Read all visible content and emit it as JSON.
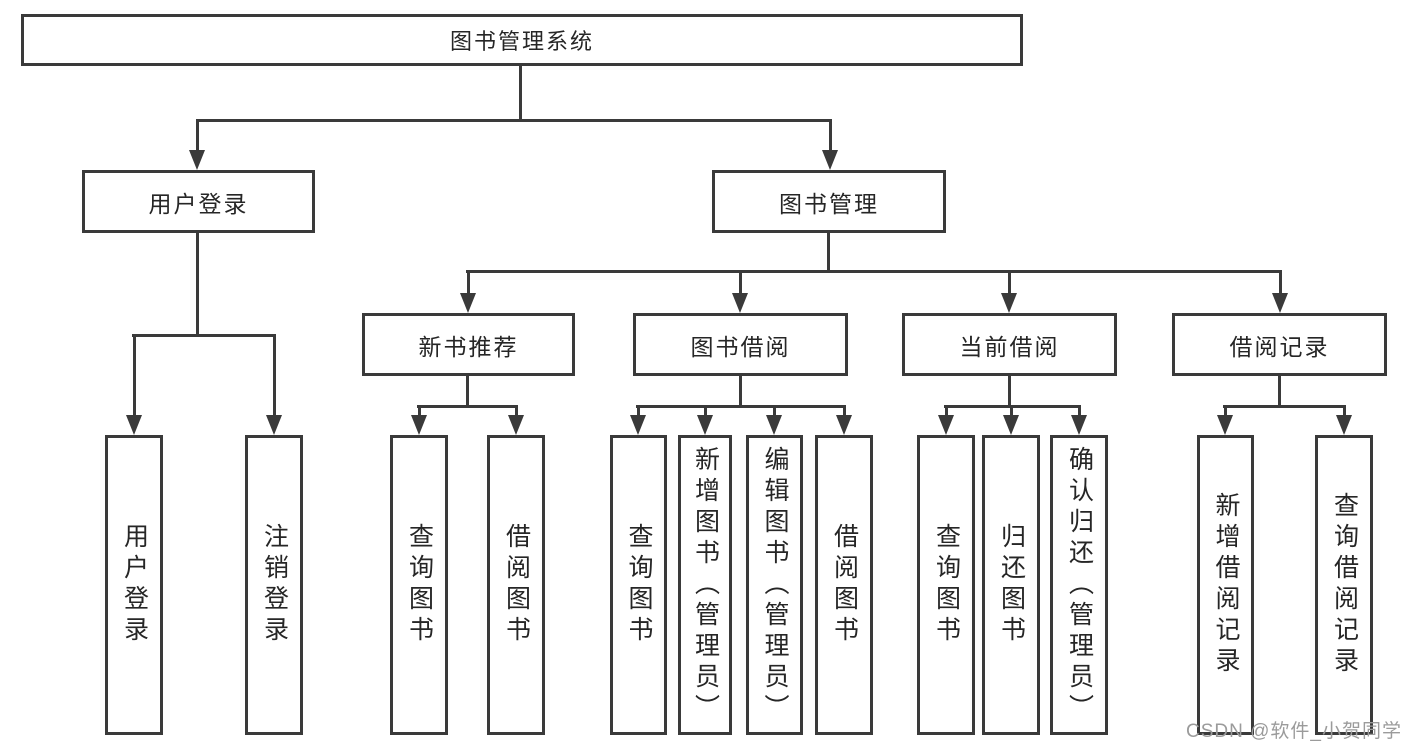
{
  "nodes": {
    "root": "图书管理系统",
    "user_login": "用户登录",
    "book_mgmt": "图书管理",
    "new_book": "新书推荐",
    "book_borrow": "图书借阅",
    "current_borrow": "当前借阅",
    "borrow_record": "借阅记录"
  },
  "leaves": {
    "user_login": [
      "用户登录",
      "注销登录"
    ],
    "new_book": [
      "查询图书",
      "借阅图书"
    ],
    "book_borrow": [
      "查询图书",
      "新增图书（管理员）",
      "编辑图书（管理员）",
      "借阅图书"
    ],
    "current_borrow": [
      "查询图书",
      "归还图书",
      "确认归还（管理员）"
    ],
    "borrow_record": [
      "新增借阅记录",
      "查询借阅记录"
    ]
  },
  "watermark": "CSDN @软件_小贺同学",
  "colors": {
    "line": "#3a3a3a",
    "text": "#262626",
    "background": "#ffffff",
    "watermark": "#9b9b9b"
  }
}
